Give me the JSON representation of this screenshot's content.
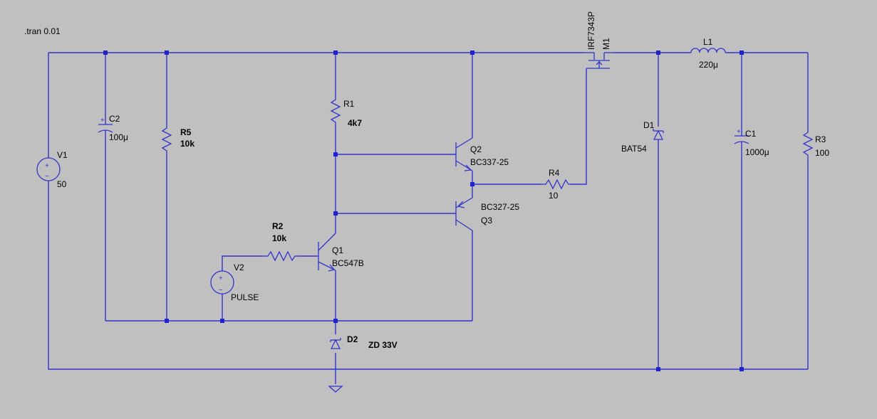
{
  "directive": ".tran 0.01",
  "components": {
    "V1": {
      "ref": "V1",
      "value": "50"
    },
    "V2": {
      "ref": "V2",
      "value": "PULSE"
    },
    "C2": {
      "ref": "C2",
      "value": "100μ"
    },
    "R5": {
      "ref": "R5",
      "value": "10k"
    },
    "R1": {
      "ref": "R1",
      "value": "4k7"
    },
    "R2": {
      "ref": "R2",
      "value": "10k"
    },
    "Q1": {
      "ref": "Q1",
      "value": "BC547B"
    },
    "Q2": {
      "ref": "Q2",
      "value": "BC337-25"
    },
    "Q3": {
      "ref": "Q3",
      "value": "BC327-25"
    },
    "R4": {
      "ref": "R4",
      "value": "10"
    },
    "M1": {
      "ref": "M1",
      "value": "IRF7343P"
    },
    "D1": {
      "ref": "D1",
      "value": "BAT54"
    },
    "D2": {
      "ref": "D2",
      "value": "ZD 33V"
    },
    "L1": {
      "ref": "L1",
      "value": "220μ"
    },
    "C1": {
      "ref": "C1",
      "value": "1000μ"
    },
    "R3": {
      "ref": "R3",
      "value": "100"
    }
  },
  "symbols": {
    "plus": "+",
    "minus": "−"
  }
}
